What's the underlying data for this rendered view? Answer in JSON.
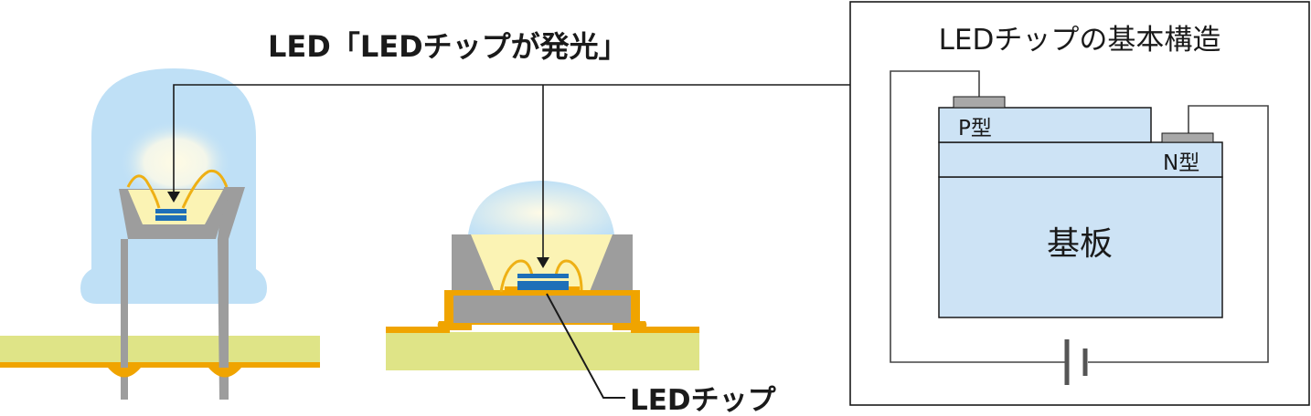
{
  "top_caption": "LED「LEDチップが発光」",
  "chip_caption": "LEDチップ",
  "structure_panel": {
    "title": "LEDチップの基本構造",
    "p_layer_label": "P型",
    "n_layer_label": "N型",
    "substrate_label": "基板"
  },
  "colors": {
    "lens_blue": "#bfe0f6",
    "pcb_green": "#dfe487",
    "solder_orange": "#f0a400",
    "frame_gray": "#9d9d9d",
    "reflector_yellow": "#fbf3b4",
    "chip_blue": "#1e6fb8",
    "bond_wire": "#eeb015",
    "layer_fill": "#cde3f5"
  }
}
